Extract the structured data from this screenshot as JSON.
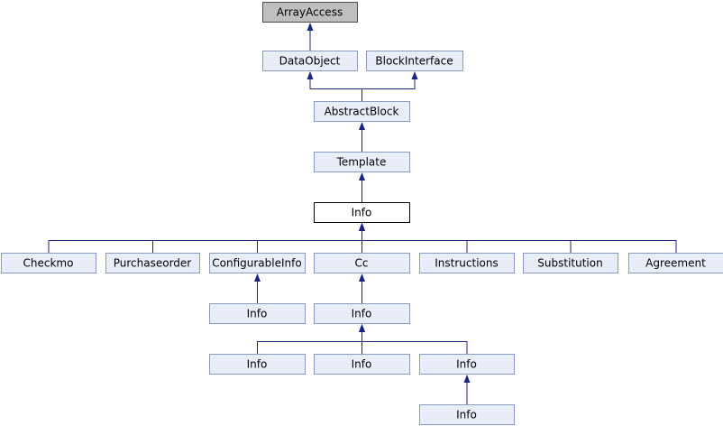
{
  "diagram": {
    "type": "class-inheritance",
    "nodes": [
      {
        "id": "array-access",
        "label": "ArrayAccess",
        "kind": "base"
      },
      {
        "id": "data-object",
        "label": "DataObject",
        "kind": "normal"
      },
      {
        "id": "block-interface",
        "label": "BlockInterface",
        "kind": "normal"
      },
      {
        "id": "abstract-block",
        "label": "AbstractBlock",
        "kind": "normal"
      },
      {
        "id": "template",
        "label": "Template",
        "kind": "normal"
      },
      {
        "id": "info-current",
        "label": "Info",
        "kind": "current"
      },
      {
        "id": "checkmo",
        "label": "Checkmo",
        "kind": "normal"
      },
      {
        "id": "purchaseorder",
        "label": "Purchaseorder",
        "kind": "normal"
      },
      {
        "id": "configurable-info",
        "label": "ConfigurableInfo",
        "kind": "normal"
      },
      {
        "id": "cc",
        "label": "Cc",
        "kind": "normal"
      },
      {
        "id": "instructions",
        "label": "Instructions",
        "kind": "normal"
      },
      {
        "id": "substitution",
        "label": "Substitution",
        "kind": "normal"
      },
      {
        "id": "agreement",
        "label": "Agreement",
        "kind": "normal"
      },
      {
        "id": "info-configurable-child",
        "label": "Info",
        "kind": "normal"
      },
      {
        "id": "info-cc-child",
        "label": "Info",
        "kind": "normal"
      },
      {
        "id": "info-leaf-1",
        "label": "Info",
        "kind": "normal"
      },
      {
        "id": "info-leaf-2",
        "label": "Info",
        "kind": "normal"
      },
      {
        "id": "info-leaf-3",
        "label": "Info",
        "kind": "normal"
      },
      {
        "id": "info-leaf-4",
        "label": "Info",
        "kind": "normal"
      }
    ],
    "edges": [
      {
        "from": "data-object",
        "to": "array-access"
      },
      {
        "from": "abstract-block",
        "to": "data-object"
      },
      {
        "from": "abstract-block",
        "to": "block-interface"
      },
      {
        "from": "template",
        "to": "abstract-block"
      },
      {
        "from": "info-current",
        "to": "template"
      },
      {
        "from": "checkmo",
        "to": "info-current"
      },
      {
        "from": "purchaseorder",
        "to": "info-current"
      },
      {
        "from": "configurable-info",
        "to": "info-current"
      },
      {
        "from": "cc",
        "to": "info-current"
      },
      {
        "from": "instructions",
        "to": "info-current"
      },
      {
        "from": "substitution",
        "to": "info-current"
      },
      {
        "from": "agreement",
        "to": "info-current"
      },
      {
        "from": "info-configurable-child",
        "to": "configurable-info"
      },
      {
        "from": "info-cc-child",
        "to": "cc"
      },
      {
        "from": "info-leaf-1",
        "to": "info-cc-child"
      },
      {
        "from": "info-leaf-2",
        "to": "info-cc-child"
      },
      {
        "from": "info-leaf-3",
        "to": "info-cc-child"
      },
      {
        "from": "info-leaf-4",
        "to": "info-leaf-3"
      }
    ]
  }
}
